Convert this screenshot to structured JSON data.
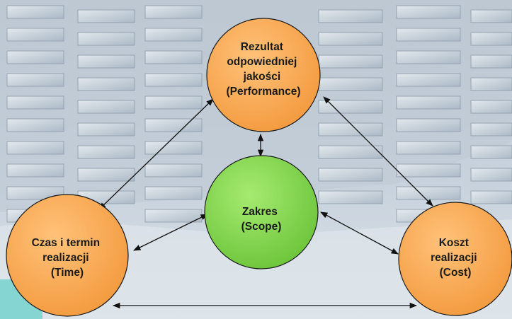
{
  "diagram": {
    "nodes": {
      "performance": {
        "lines": [
          "Rezultat",
          "odpowiedniej",
          "jakości",
          "(Performance)"
        ],
        "color": "#F7A04D"
      },
      "scope": {
        "lines": [
          "Zakres",
          "(Scope)"
        ],
        "color": "#7ED349"
      },
      "time": {
        "lines": [
          "Czas i termin",
          "realizacji",
          "(Time)"
        ],
        "color": "#F7A04D"
      },
      "cost": {
        "lines": [
          "Koszt",
          "realizacji",
          "(Cost)"
        ],
        "color": "#F7A04D"
      }
    },
    "colors": {
      "node_stroke": "#1a1a1a",
      "arrow": "#111111",
      "background": "#C8D2DC"
    }
  }
}
